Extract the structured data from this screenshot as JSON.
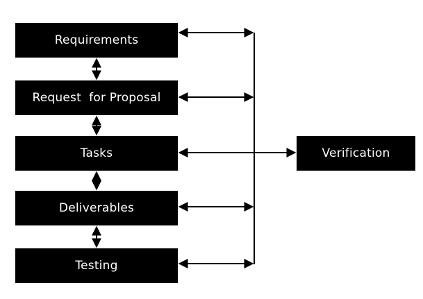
{
  "nodes": {
    "requirements": "Requirements",
    "request_for_proposal": "Request  for Proposal",
    "tasks": "Tasks",
    "deliverables": "Deliverables",
    "testing": "Testing",
    "verification": "Verification"
  },
  "colors": {
    "box_fill": "#000000",
    "box_text": "#ffffff",
    "line": "#000000",
    "background": "#ffffff"
  }
}
